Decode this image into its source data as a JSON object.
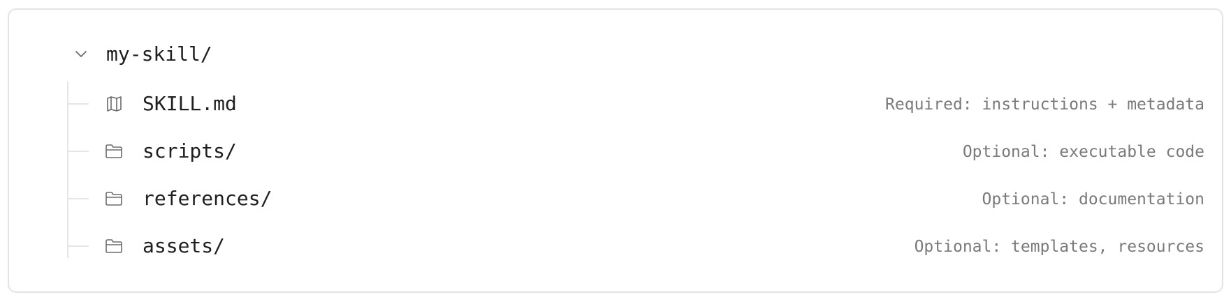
{
  "root": {
    "label": "my-skill/",
    "icon": "chevron-down-icon"
  },
  "items": [
    {
      "name": "SKILL.md",
      "icon": "book-icon",
      "description": "Required: instructions + metadata"
    },
    {
      "name": "scripts/",
      "icon": "folder-icon",
      "description": "Optional: executable code"
    },
    {
      "name": "references/",
      "icon": "folder-icon",
      "description": "Optional: documentation"
    },
    {
      "name": "assets/",
      "icon": "folder-icon",
      "description": "Optional: templates, resources"
    }
  ]
}
